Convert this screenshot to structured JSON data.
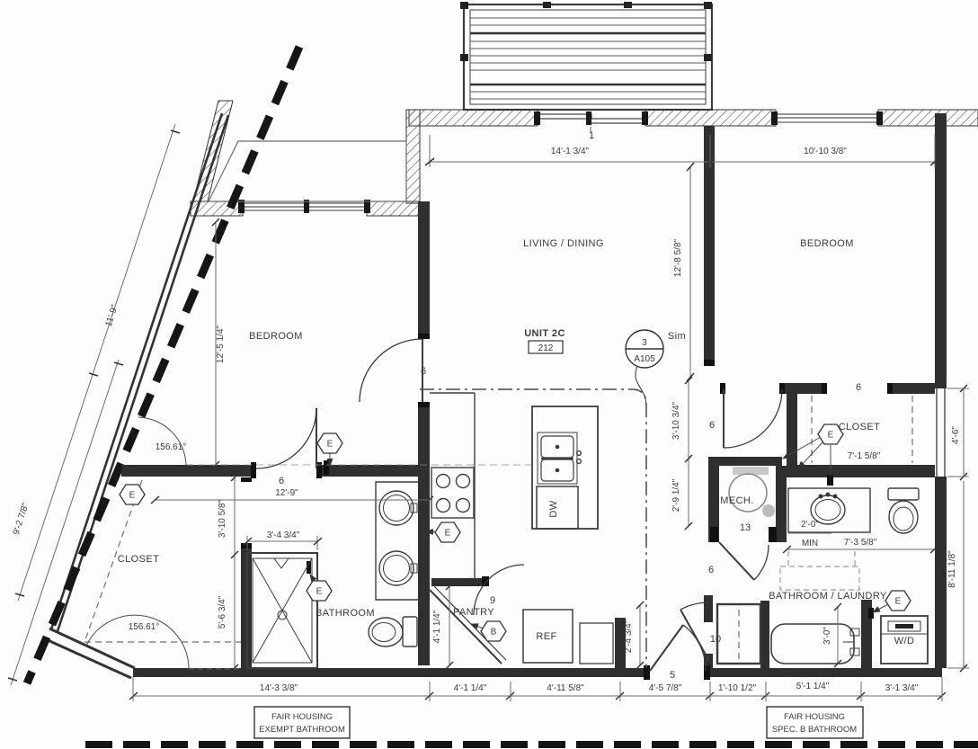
{
  "unit": {
    "name": "UNIT 2C",
    "number": "212"
  },
  "callout": {
    "detail_number": "3",
    "sheet_number": "A105",
    "modifier": "Sim"
  },
  "rooms": {
    "living_dining": "LIVING / DINING",
    "bedroom_left": "BEDROOM",
    "bedroom_right": "BEDROOM",
    "closet_left": "CLOSET",
    "closet_right": "CLOSET",
    "bathroom": "BATHROOM",
    "pantry": "PANTRY",
    "mech": "MECH.",
    "bathroom_laundry": "BATHROOM / LAUNDRY"
  },
  "appliances": {
    "refrigerator": "REF",
    "dishwasher": "DW",
    "washer_dryer": "W/D"
  },
  "dimensions": {
    "living_width": "14'-1 3/4\"",
    "bedroom_right_width": "10'-10 3/8\"",
    "living_depth": "12'-8 5/8\"",
    "bedroom_left_depth": "12'-5 1/4\"",
    "deck_edge_upper": "11'-9\"",
    "deck_edge_lower": "9'-2 7/8\"",
    "wall_angle_upper": "156.61°",
    "wall_angle_lower": "156.61°",
    "bedroom_left_width": "12'-9\"",
    "closet_left_upper": "3'-10 5/8\"",
    "closet_left_lower": "5'-6 3/4\"",
    "shower_width": "3'-4 3/4\"",
    "base_closet": "14'-3 3/8\"",
    "pantry_depth": "4'-1 1/4\"",
    "base_bath": "4'-1 1/4\"",
    "base_kitchen": "4'-11 5/8\"",
    "base_entry": "4'-5 7/8\"",
    "base_wc": "1'-10 1/2\"",
    "base_tub": "5'-1 1/4\"",
    "base_wd": "3'-1 3/4\"",
    "ref_alcove": "2'-4 3/4\"",
    "hall_upper": "3'-10 3/4\"",
    "hall_lower": "2'-9 1/4\"",
    "lav_clear": "2'-0\"",
    "lav_clear_min": "MIN",
    "bath_right_width": "7'-3 5/8\"",
    "closet_right_width": "7'-1 5/8\"",
    "window_right": "4'-6\"",
    "bath_right_depth": "8'-11 1/8\"",
    "tub_width": "3'-0\""
  },
  "keynotes": {
    "n1": "1",
    "n5": "5",
    "n6": "6",
    "n9": "9",
    "n10": "10",
    "n13": "13"
  },
  "tags": {
    "existing": "E",
    "b": "B"
  },
  "notes": {
    "fh_exempt_line1": "FAIR HOUSING",
    "fh_exempt_line2": "EXEMPT BATHROOM",
    "fh_specb_line1": "FAIR HOUSING",
    "fh_specb_line2": "SPEC. B BATHROOM"
  }
}
